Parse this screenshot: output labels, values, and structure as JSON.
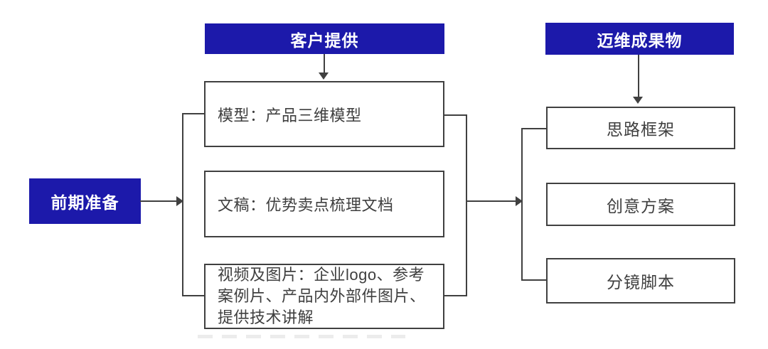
{
  "colors": {
    "accent_blue": "#1C19AA",
    "line_gray": "#404040",
    "box_text": "#3F3F3F",
    "header_text": "#FFFFFF",
    "background": "#FFFFFF"
  },
  "flowchart": {
    "start_label": "前期准备",
    "client_column": {
      "header": "客户提供",
      "box1": "模型：产品三维模型",
      "box2": "文稿：优势卖点梳理文档",
      "box3_full": "视频及图片：企业logo、参考案例片、产品内外部件图片、提供技术讲解",
      "box3_lines": {
        "l1": "视频及图片：企业logo、参考",
        "l2": "案例片、产品内外部件图片、",
        "l3": "提供技术讲解"
      }
    },
    "deliverables_column": {
      "header": "迈维成果物",
      "box1": "思路框架",
      "box2": "创意方案",
      "box3": "分镜脚本"
    }
  }
}
